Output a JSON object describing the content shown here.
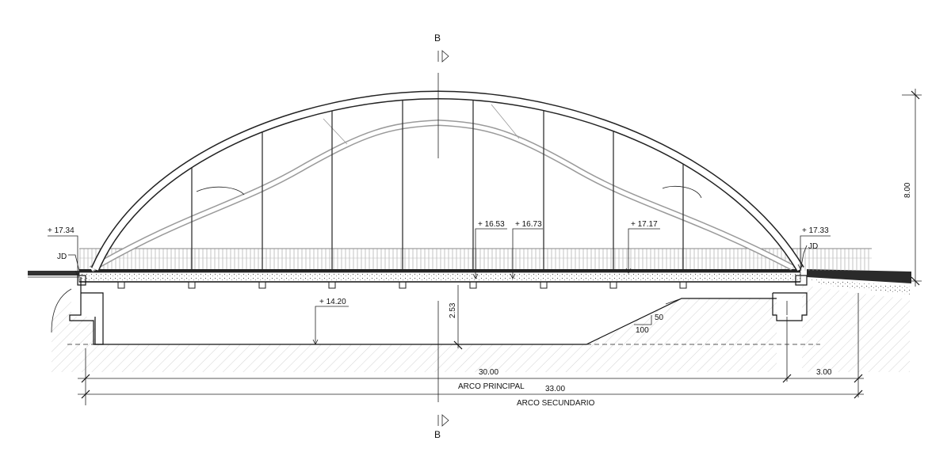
{
  "section_marks": {
    "top": "B",
    "bottom": "B"
  },
  "elevations": {
    "left_abutment": "+ 17.34",
    "deck_a": "+ 16.53",
    "deck_b": "+ 16.73",
    "deck_c": "+ 17.17",
    "right_abutment": "+ 17.33",
    "river_bed": "+ 14.20"
  },
  "joints": {
    "left": "JD",
    "right": "JD"
  },
  "dimensions": {
    "arch_rise": "8.00",
    "clearance": "2.53",
    "span_main": "30.00",
    "span_side": "3.00",
    "span_total": "33.00"
  },
  "slope": {
    "rise": "50",
    "run": "100"
  },
  "labels": {
    "arco_principal": "ARCO PRINCIPAL",
    "arco_secundario": "ARCO SECUNDARIO"
  }
}
